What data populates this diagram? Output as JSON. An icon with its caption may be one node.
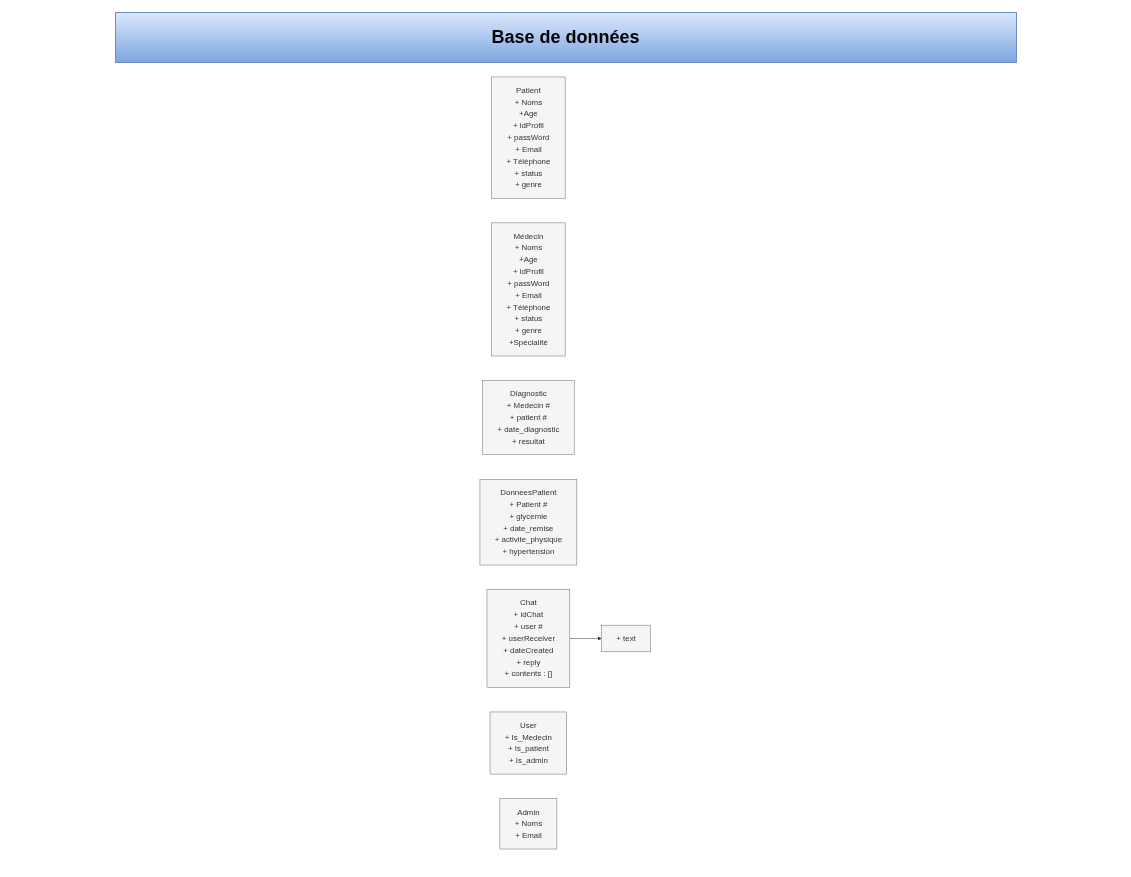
{
  "diagram": {
    "title": "Base de données",
    "nodes": [
      {
        "text": [
          "Patient",
          "+ Noms",
          "+Age",
          "+ idProfil",
          "+ passWord",
          "+ Email",
          "+ Téléphone",
          "+ status",
          "+ genre"
        ]
      },
      {
        "text": [
          "Médecin",
          "+ Noms",
          "+Age",
          "+ idProfil",
          "+ passWord",
          "+ Email",
          "+ Téléphone",
          "+ status",
          "+ genre",
          "+Spécialité"
        ]
      },
      {
        "text": [
          "Diagnostic",
          "+ Medecin #",
          "+ patient #",
          "+ date_diagnostic",
          "+ resultat"
        ]
      },
      {
        "text": [
          "DonneesPatient",
          "+ Patient #",
          "+ glycemie",
          "+ date_remise",
          "+ activite_physique",
          "+ hypertension"
        ]
      },
      {
        "text": [
          "Chat",
          "+ idChat",
          "+ user #",
          "+ userReceiver",
          "+ dateCreated",
          "+ reply",
          "+ contents : []"
        ]
      },
      {
        "text": [
          "User",
          "+ Is_Medecin",
          "+ Is_patient",
          "+ Is_admin"
        ]
      },
      {
        "text": [
          "Admin",
          "+ Noms",
          "+ Email"
        ]
      },
      {
        "text": [
          "+ text"
        ]
      }
    ],
    "edges": [
      {
        "from": 4,
        "to": 7,
        "arrow": "to"
      }
    ]
  }
}
